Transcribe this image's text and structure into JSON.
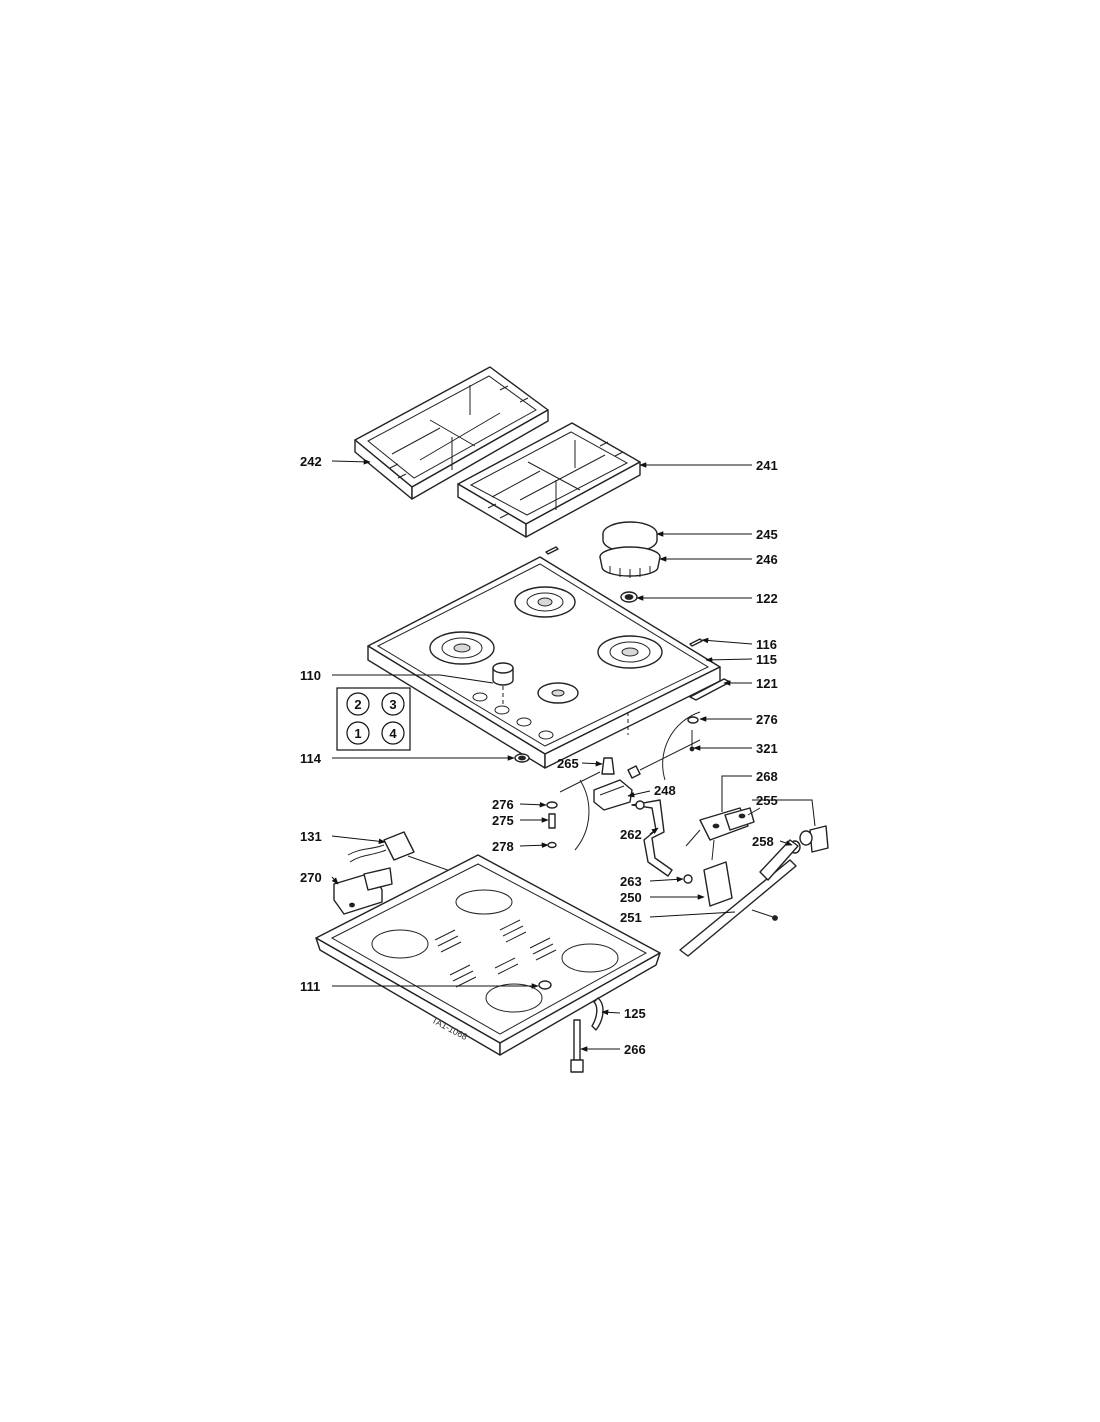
{
  "diagram": {
    "stamp_text": "TA1-1068",
    "key": [
      "2",
      "3",
      "1",
      "4"
    ],
    "callouts": [
      "242",
      "241",
      "245",
      "246",
      "122",
      "116",
      "115",
      "110",
      "121",
      "276",
      "321",
      "114",
      "265",
      "248",
      "268",
      "255",
      "276",
      "275",
      "262",
      "258",
      "131",
      "278",
      "270",
      "263",
      "250",
      "251",
      "111",
      "125",
      "266"
    ]
  }
}
